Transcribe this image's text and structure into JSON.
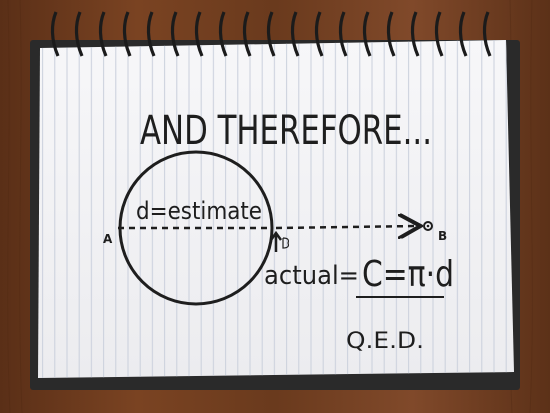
{
  "note": {
    "heading": "AND THEREFORE...",
    "diameter_label": "d=estimate",
    "point_a": "A",
    "point_b": "B",
    "actual_label": "actual=",
    "formula": "C=π·d",
    "qed": "Q.E.D."
  },
  "colors": {
    "table": "#6b3a1f",
    "paper": "#f4f4f6",
    "rule_lines": "#c9cfdc",
    "ink": "#1e1e1e",
    "spiral": "#1b1b1b",
    "back_cover": "#2a2a2a"
  }
}
